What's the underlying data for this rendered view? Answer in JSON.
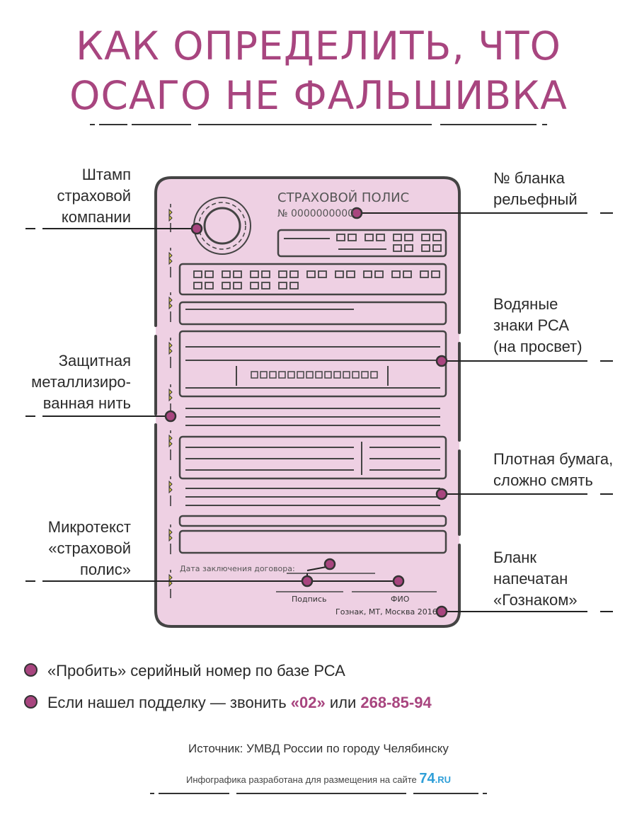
{
  "title": {
    "line1": "КАК ОПРЕДЕЛИТЬ, ЧТО",
    "line2": "ОСАГО НЕ ФАЛЬШИВКА"
  },
  "form": {
    "heading": "СТРАХОВОЙ ПОЛИС",
    "number": "№ 0000000000",
    "contract_date_label": "Дата заключения договора:",
    "signature_label": "Подпись",
    "fio_label": "ФИО",
    "printer_note": "Гознак, МТ, Москва 2016",
    "background_color": "#eed0e3",
    "marker_color": "#a8457f"
  },
  "callouts": {
    "stamp": [
      "Штамп",
      "страховой",
      "компании"
    ],
    "thread": [
      "Защитная",
      "металлизиро-",
      "ванная нить"
    ],
    "microtext": [
      "Микротекст",
      "«страховой",
      "полис»"
    ],
    "number_relief": [
      "№ бланка",
      "рельефный"
    ],
    "watermarks": [
      "Водяные",
      "знаки РСА",
      "(на просвет)"
    ],
    "paper": [
      "Плотная бумага,",
      "сложно смять"
    ],
    "goznak": [
      "Бланк",
      "напечатан",
      "«Гознаком»"
    ]
  },
  "tips": {
    "tip1": "«Пробить» серийный номер по базе РСА",
    "tip2_prefix": "Если нашел подделку — звонить ",
    "tip2_code": "«02»",
    "tip2_mid": " или ",
    "tip2_phone": "268-85-94"
  },
  "footer": {
    "source": "Источник: УМВД России по городу Челябинску",
    "credit": "Инфографика разработана для размещения на сайте ",
    "logo_num": "74",
    "logo_dot": ".RU"
  }
}
